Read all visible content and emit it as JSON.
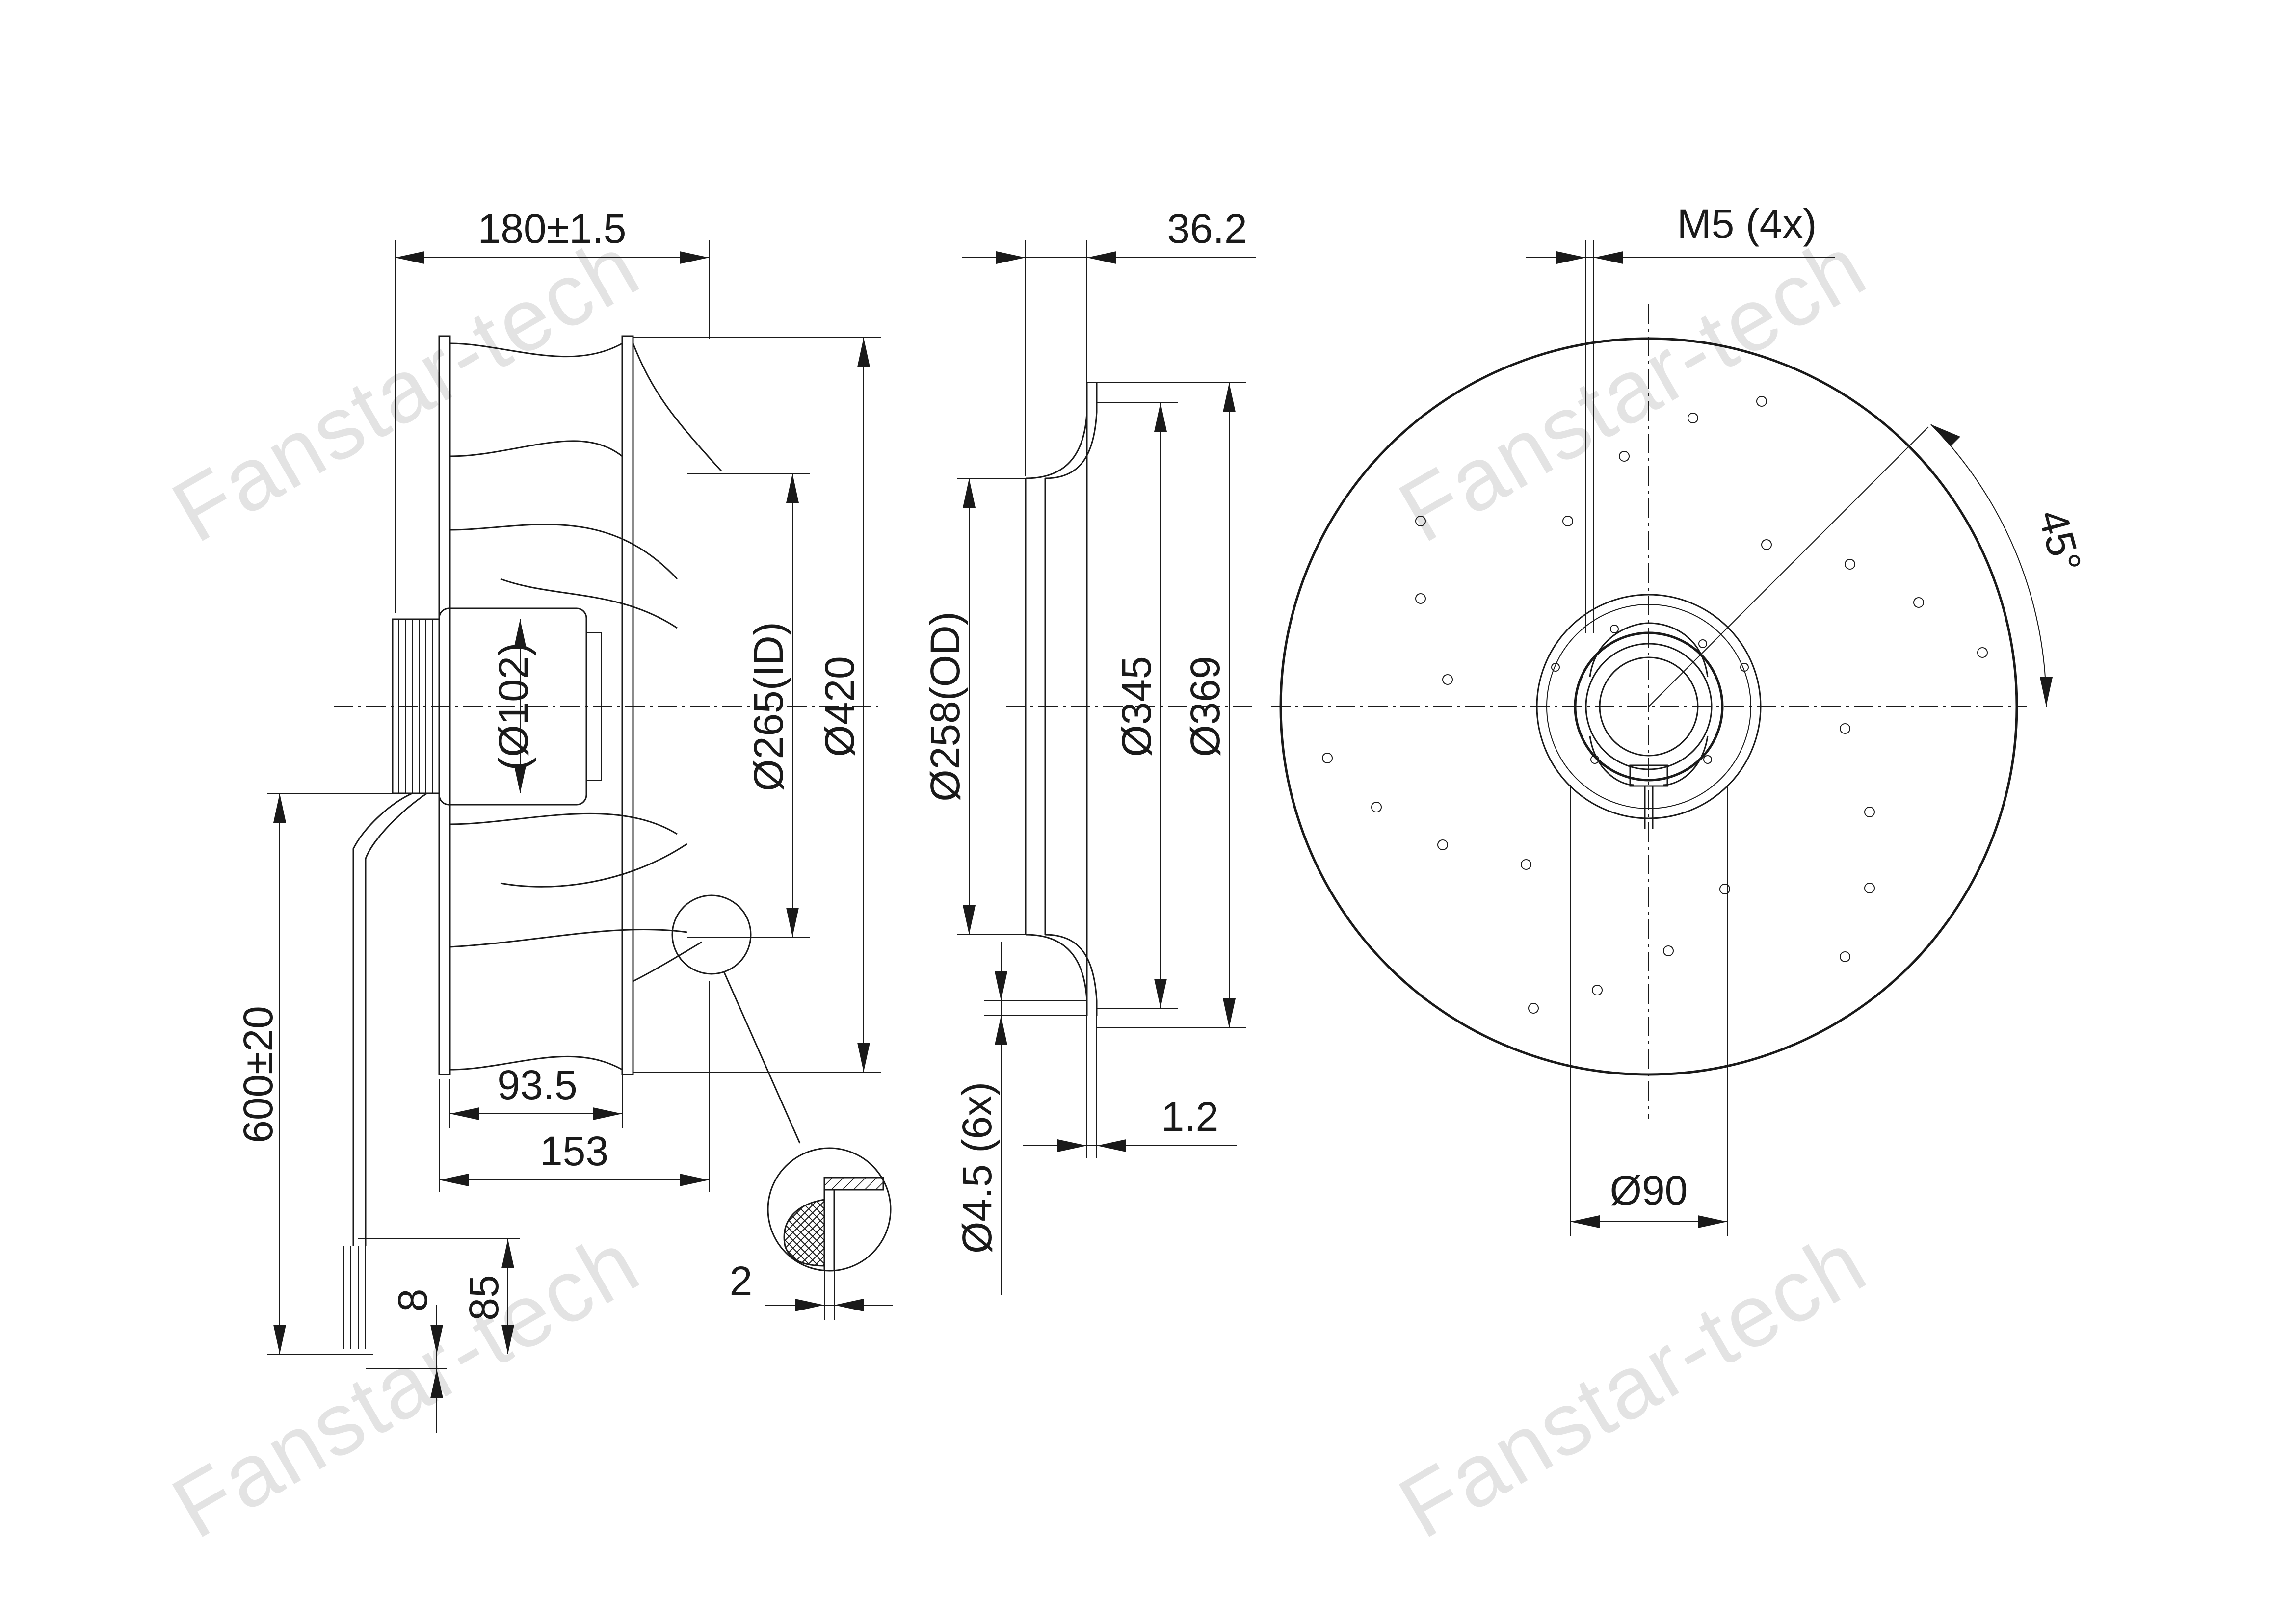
{
  "watermark": "Fanstar-tech",
  "side_view": {
    "width_overall": "180±1.5",
    "motor_diameter": "(Ø102)",
    "inner_diameter": "Ø265(ID)",
    "outer_diameter": "Ø420",
    "depth_a": "93.5",
    "depth_b": "153",
    "cable_length": "600±20",
    "strip_length": "8",
    "lead_length": "85"
  },
  "detail": {
    "thickness": "2"
  },
  "section_view": {
    "flange_width": "36.2",
    "outlet_diameter": "Ø258(OD)",
    "inner_ring": "Ø345",
    "outer_ring": "Ø369",
    "mount_holes": "Ø4.5 (6x)",
    "plate_thickness": "1.2"
  },
  "front_view": {
    "thread": "M5 (4x)",
    "angle": "45°",
    "hub_diameter": "Ø90"
  }
}
